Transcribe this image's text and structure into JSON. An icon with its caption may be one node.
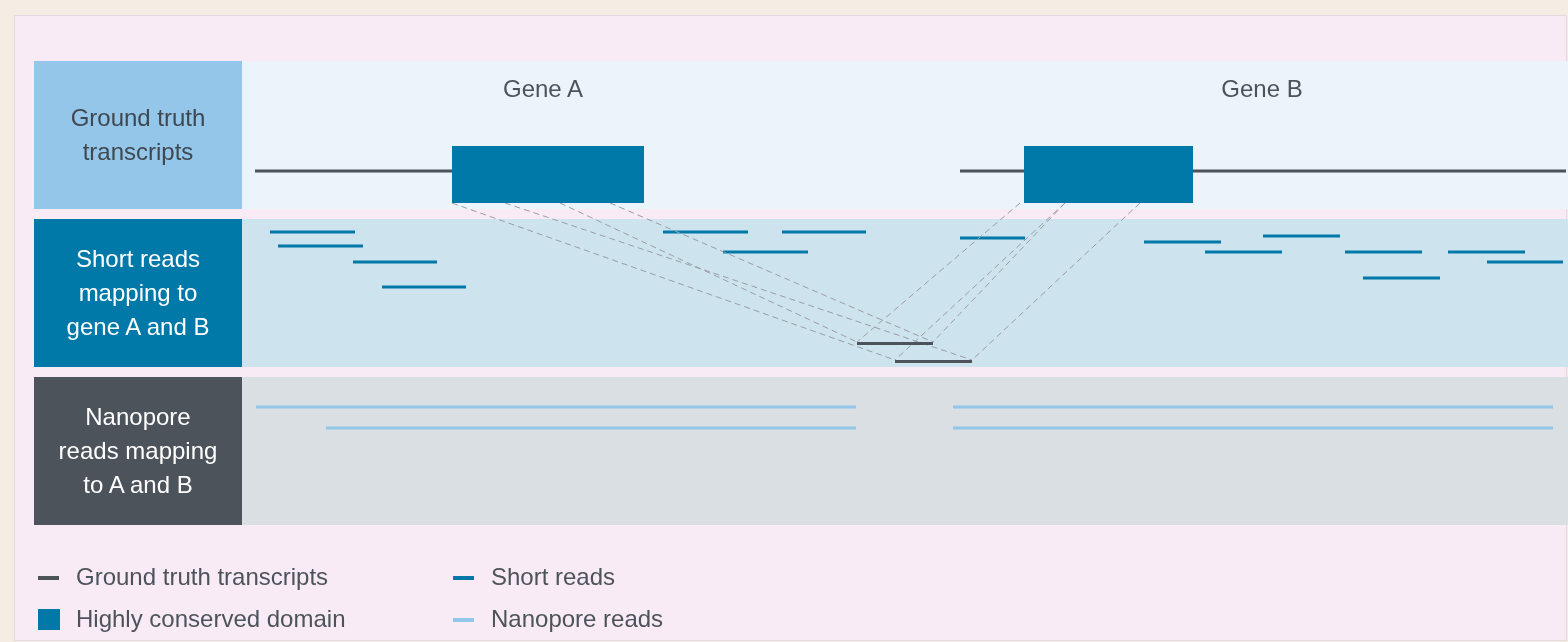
{
  "diagram": {
    "nodes": [
      {
        "text": [
          "Ground truth transcripts"
        ]
      },
      {
        "text": [
          "Short reads mapping to gene A and B"
        ]
      },
      {
        "text": [
          "Nanopore reads mapping to A and B"
        ]
      },
      {
        "text": [],
        "shape": "box"
      },
      {
        "text": [],
        "shape": "box"
      },
      {
        "text": [],
        "shape": "bar"
      },
      {
        "text": [],
        "shape": "bar"
      }
    ],
    "edges": [
      {
        "from": 3,
        "to": 6,
        "arrow": "none",
        "style": "dashed"
      },
      {
        "from": 3,
        "to": 6,
        "arrow": "none",
        "style": "dashed"
      },
      {
        "from": 3,
        "to": 5,
        "arrow": "none",
        "style": "dashed"
      },
      {
        "from": 3,
        "to": 5,
        "arrow": "none",
        "style": "dashed"
      },
      {
        "from": 4,
        "to": 5,
        "arrow": "none",
        "style": "dashed"
      },
      {
        "from": 4,
        "to": 5,
        "arrow": "none",
        "style": "dashed"
      },
      {
        "from": 4,
        "to": 6,
        "arrow": "none",
        "style": "dashed"
      },
      {
        "from": 4,
        "to": 6,
        "arrow": "none",
        "style": "dashed"
      }
    ],
    "labels": [
      "Gene A",
      "Gene B"
    ],
    "legend": [
      {
        "text": "Ground truth transcripts",
        "color": "#4d535b"
      },
      {
        "text": "Short reads",
        "color": "#0079a8"
      },
      {
        "text": "Highly conserved domain",
        "color": "#0079a8"
      },
      {
        "text": "Nanopore reads",
        "color": "#93c6e8"
      }
    ]
  }
}
